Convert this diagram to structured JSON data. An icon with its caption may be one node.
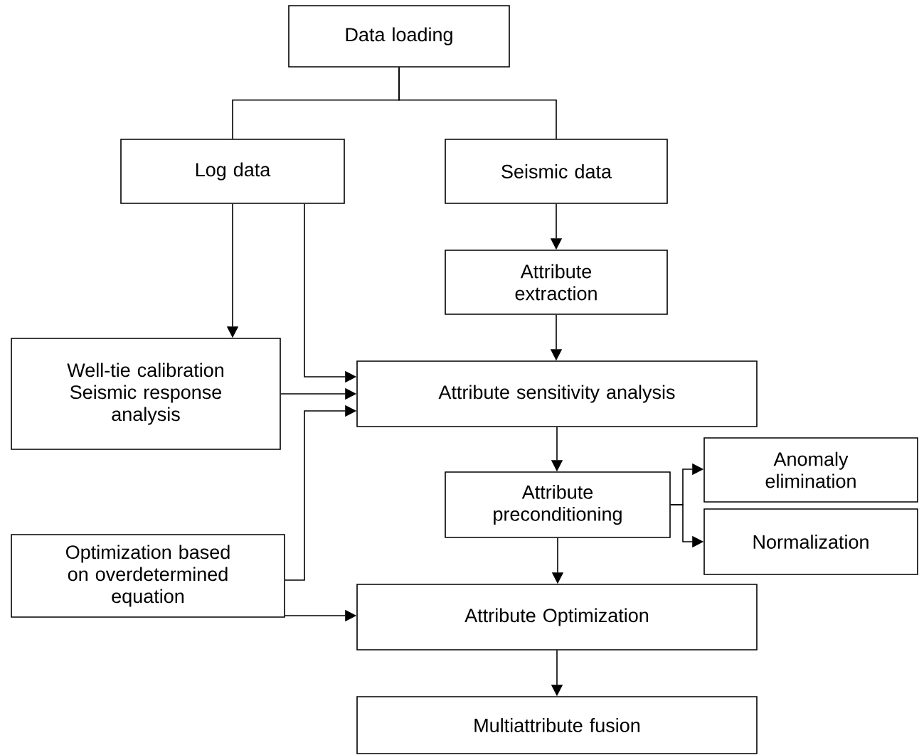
{
  "diagram": {
    "nodes": [
      {
        "text": [
          "Data loading"
        ]
      },
      {
        "text": [
          "Log data"
        ]
      },
      {
        "text": [
          "Seismic data"
        ]
      },
      {
        "text": [
          "Attribute extraction"
        ]
      },
      {
        "text": [
          "Well-tie calibration",
          "Seismic response analysis"
        ]
      },
      {
        "text": [
          "Attribute sensitivity analysis"
        ]
      },
      {
        "text": [
          "Attribute preconditioning"
        ]
      },
      {
        "text": [
          "Anomaly elimination"
        ]
      },
      {
        "text": [
          "Normalization"
        ]
      },
      {
        "text": [
          "Optimization based on overdetermined equation"
        ]
      },
      {
        "text": [
          "Attribute Optimization"
        ]
      },
      {
        "text": [
          "Multiattribute fusion"
        ]
      }
    ],
    "edges": [
      {
        "from": 0,
        "to": 1,
        "arrow": "none"
      },
      {
        "from": 0,
        "to": 2,
        "arrow": "none"
      },
      {
        "from": 1,
        "to": 4,
        "arrow": "to"
      },
      {
        "from": 1,
        "to": 5,
        "arrow": "to"
      },
      {
        "from": 4,
        "to": 5,
        "arrow": "to"
      },
      {
        "from": 9,
        "to": 5,
        "arrow": "to"
      },
      {
        "from": 9,
        "to": 10,
        "arrow": "to"
      },
      {
        "from": 2,
        "to": 3,
        "arrow": "to"
      },
      {
        "from": 3,
        "to": 5,
        "arrow": "to"
      },
      {
        "from": 5,
        "to": 6,
        "arrow": "to"
      },
      {
        "from": 6,
        "to": 10,
        "arrow": "to"
      },
      {
        "from": 10,
        "to": 11,
        "arrow": "to"
      },
      {
        "from": 6,
        "to": 7,
        "arrow": "to"
      },
      {
        "from": 6,
        "to": 8,
        "arrow": "to"
      }
    ]
  }
}
